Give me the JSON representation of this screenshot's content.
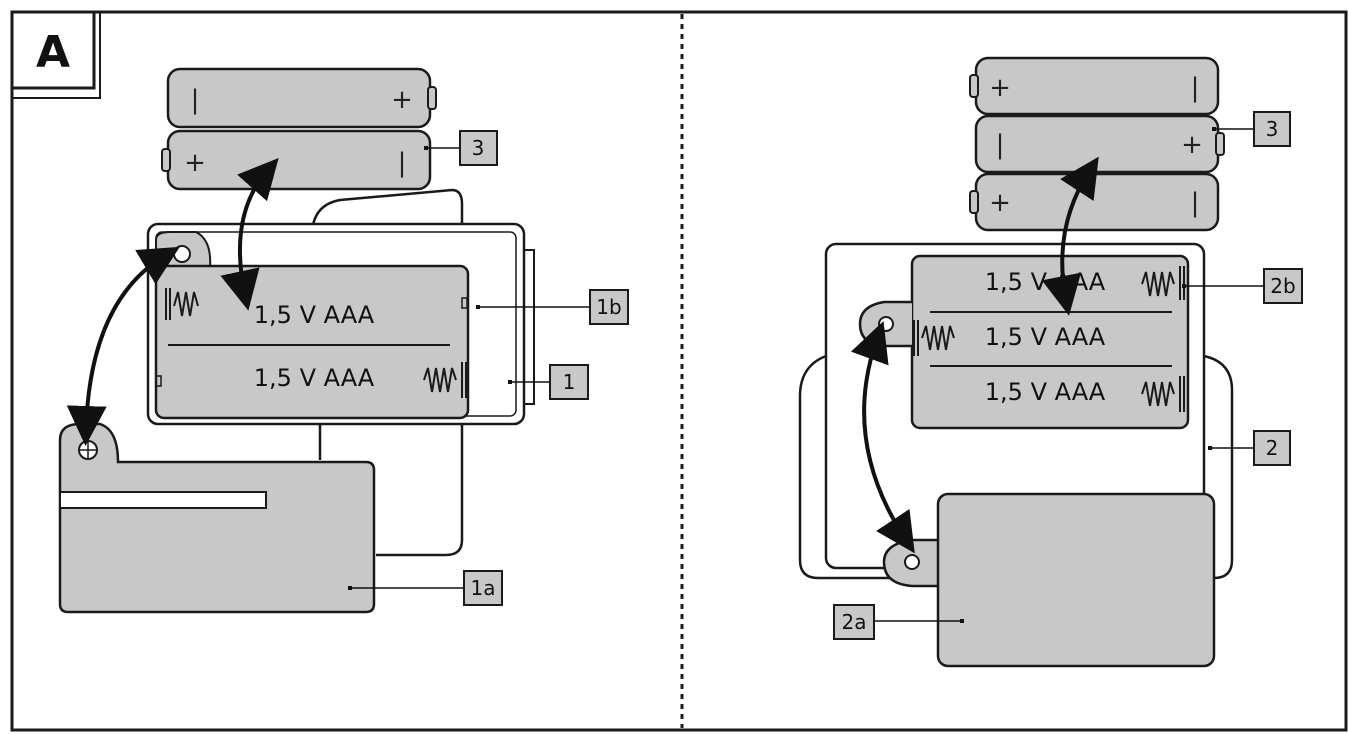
{
  "figure": {
    "panel_letter": "A"
  },
  "left_panel": {
    "compartment_rows": [
      "1,5 V AAA",
      "1,5 V AAA"
    ],
    "battery_symbols": [
      [
        "|",
        "+"
      ],
      [
        "+",
        "|"
      ]
    ],
    "callouts": [
      "3",
      "1b",
      "1",
      "1a"
    ]
  },
  "right_panel": {
    "compartment_rows": [
      "1,5 V AAA",
      "1,5 V AAA",
      "1,5 V AAA"
    ],
    "battery_symbols": [
      [
        "+",
        "|"
      ],
      [
        "|",
        "+"
      ],
      [
        "+",
        "|"
      ]
    ],
    "callouts": [
      "3",
      "2b",
      "2",
      "2a"
    ]
  },
  "colors": {
    "part_fill": "#c8c8c8",
    "outline": "#1a1a1a",
    "paper": "#ffffff"
  }
}
